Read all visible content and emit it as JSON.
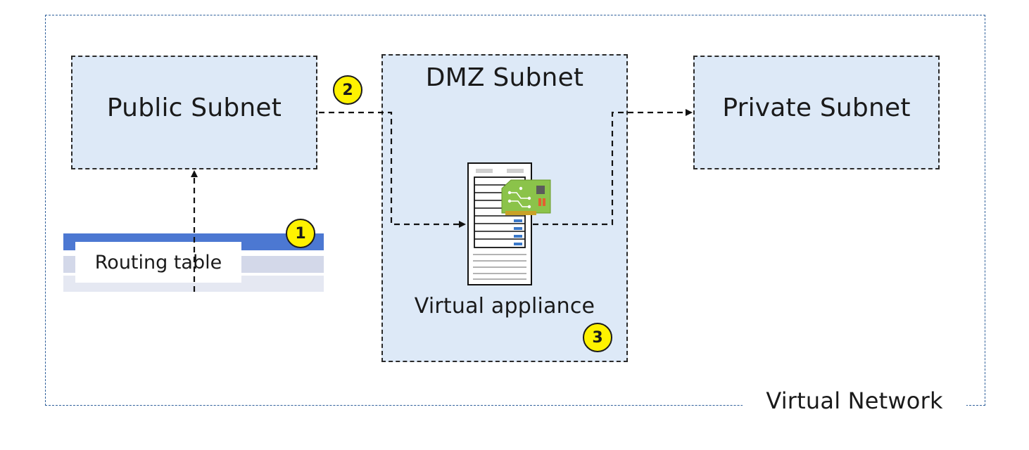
{
  "virtual_network": {
    "label": "Virtual Network"
  },
  "public_subnet": {
    "label": "Public Subnet"
  },
  "dmz_subnet": {
    "label": "DMZ Subnet",
    "appliance_label": "Virtual appliance"
  },
  "private_subnet": {
    "label": "Private Subnet"
  },
  "routing_table": {
    "label": "Routing table"
  },
  "badges": {
    "one": "1",
    "two": "2",
    "three": "3"
  },
  "colors": {
    "subnet_fill": "#dde9f7",
    "vnet_border": "#2e5f9a",
    "badge_fill": "#fff200",
    "routing_header": "#4c78d2",
    "circuit_board": "#8bc34a"
  },
  "icons": {
    "appliance": "server-rack-icon",
    "nic": "circuit-board-icon"
  }
}
